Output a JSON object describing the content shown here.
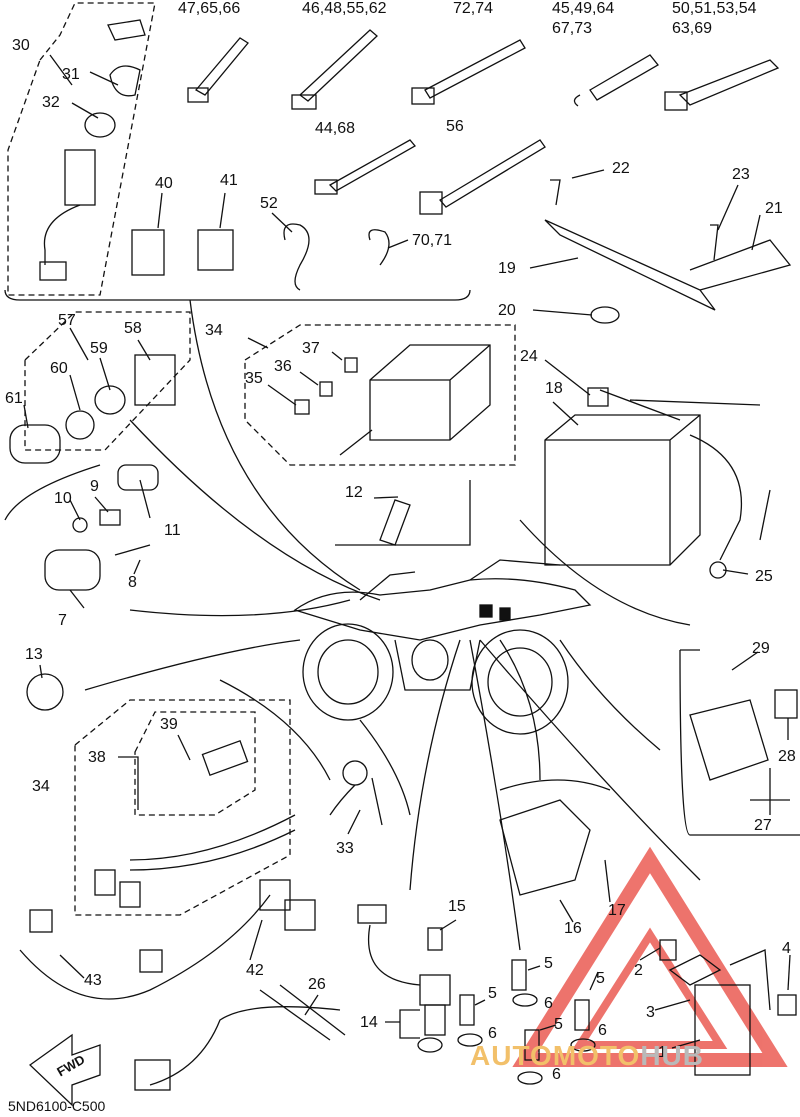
{
  "diagram_code": "5ND6100-C500",
  "fwd_label": "FWD",
  "watermark": {
    "part1": "AUTO",
    "part2": "MOTO",
    "part3": "HUB",
    "color": "#e8453c"
  },
  "callouts": [
    "47,65,66",
    "46,48,55,62",
    "72,74",
    "45,49,64",
    "67,73",
    "50,51,53,54",
    "63,69",
    "30",
    "31",
    "32",
    "40",
    "41",
    "52",
    "44,68",
    "56",
    "70,71",
    "22",
    "23",
    "21",
    "19",
    "20",
    "57",
    "58",
    "59",
    "60",
    "61",
    "34",
    "37",
    "36",
    "35",
    "24",
    "18",
    "10",
    "9",
    "11",
    "12",
    "8",
    "7",
    "25",
    "13",
    "29",
    "28",
    "27",
    "38",
    "39",
    "34",
    "33",
    "15",
    "17",
    "16",
    "2",
    "4",
    "5",
    "5",
    "5",
    "5",
    "6",
    "6",
    "6",
    "6",
    "3",
    "1",
    "43",
    "42",
    "26",
    "14"
  ]
}
